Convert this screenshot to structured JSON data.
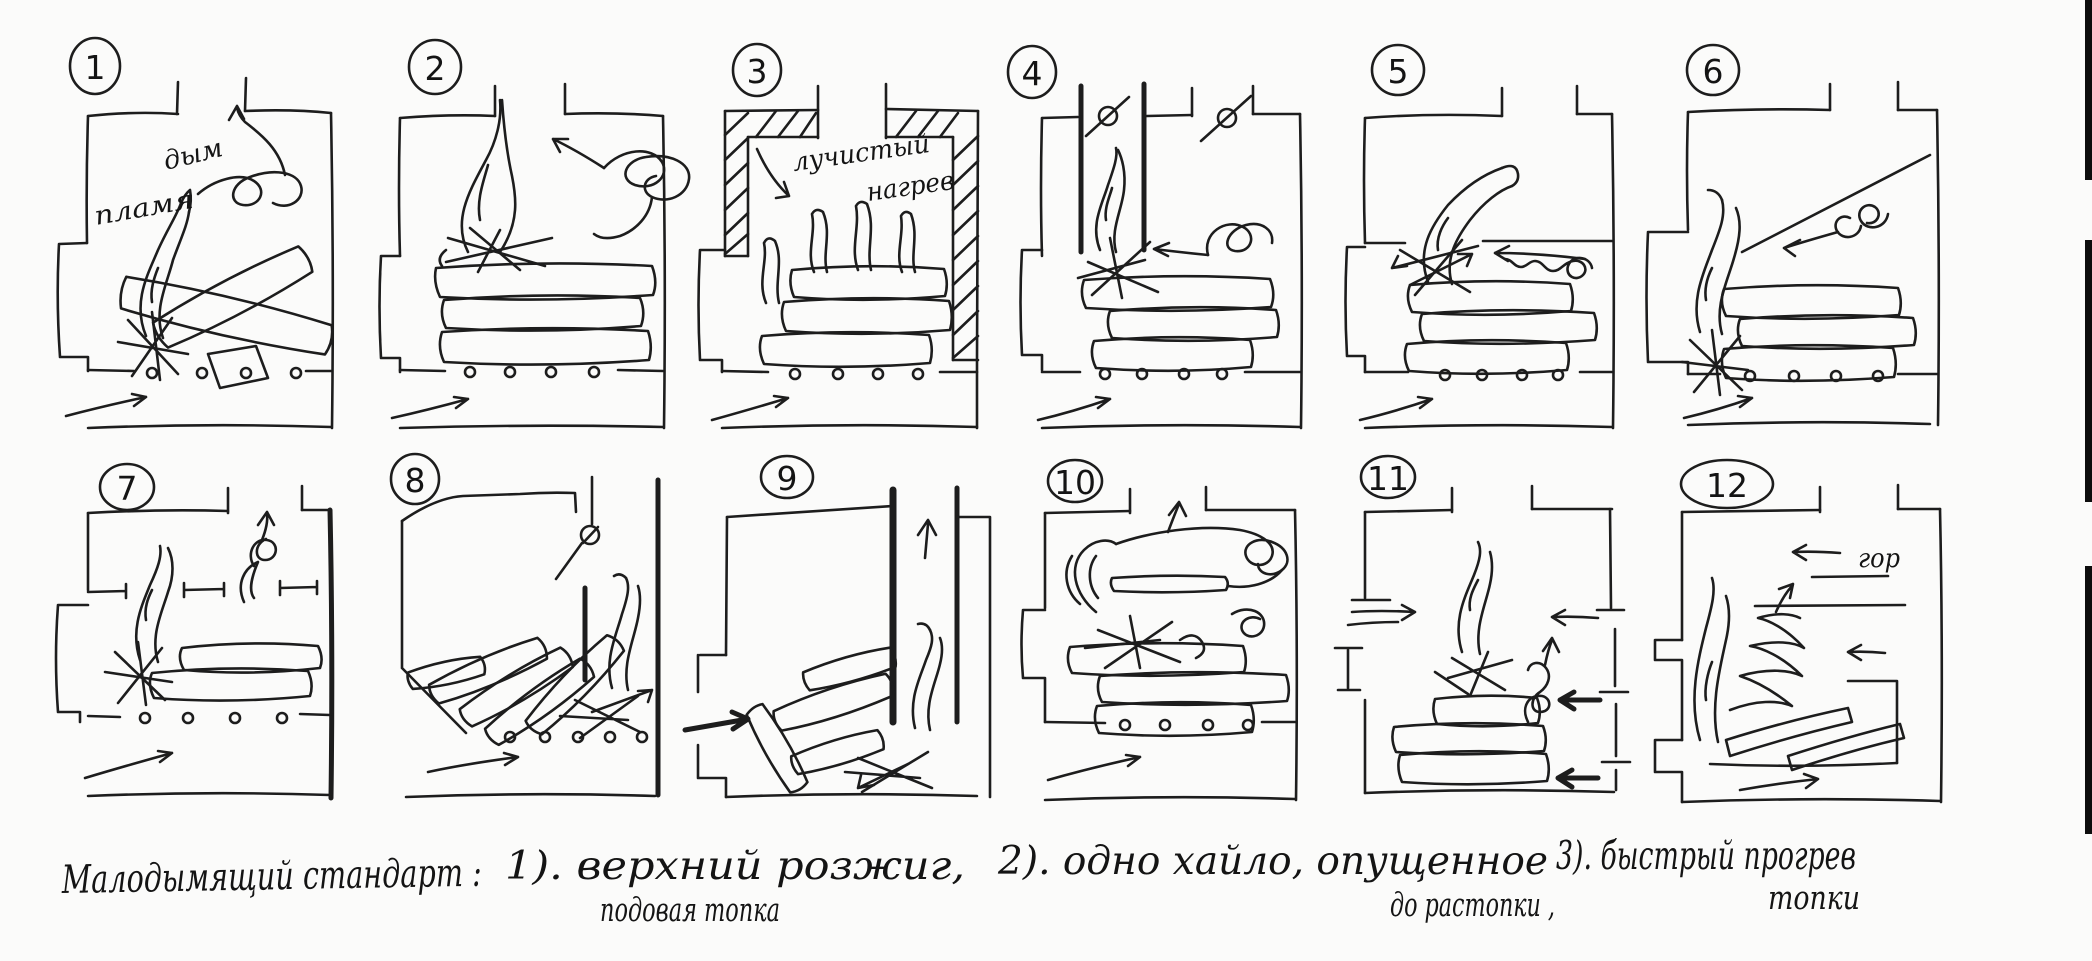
{
  "page": {
    "background": "#fbfbfa",
    "ink": "#1d1d1d"
  },
  "panels": [
    {
      "number": "1",
      "labels": {
        "smoke": "дым",
        "flame": "пламя"
      }
    },
    {
      "number": "2"
    },
    {
      "number": "3",
      "labels": {
        "radiant_line1": "лучистый",
        "radiant_line2": "нагрев"
      }
    },
    {
      "number": "4"
    },
    {
      "number": "5"
    },
    {
      "number": "6"
    },
    {
      "number": "7"
    },
    {
      "number": "8"
    },
    {
      "number": "9"
    },
    {
      "number": "10"
    },
    {
      "number": "11"
    },
    {
      "number": "12",
      "labels": {
        "hot": "гор"
      }
    }
  ],
  "caption": {
    "title": "Малодымящий  стандарт :",
    "item1": "1). верхний  розжиг,",
    "item1_sub": "подовая  топка",
    "item2": "2). одно хайло, опущенное",
    "item2_sub": "до растопки ,",
    "item3": "3). быстрый  прогрев",
    "item3_sub": "топки"
  }
}
